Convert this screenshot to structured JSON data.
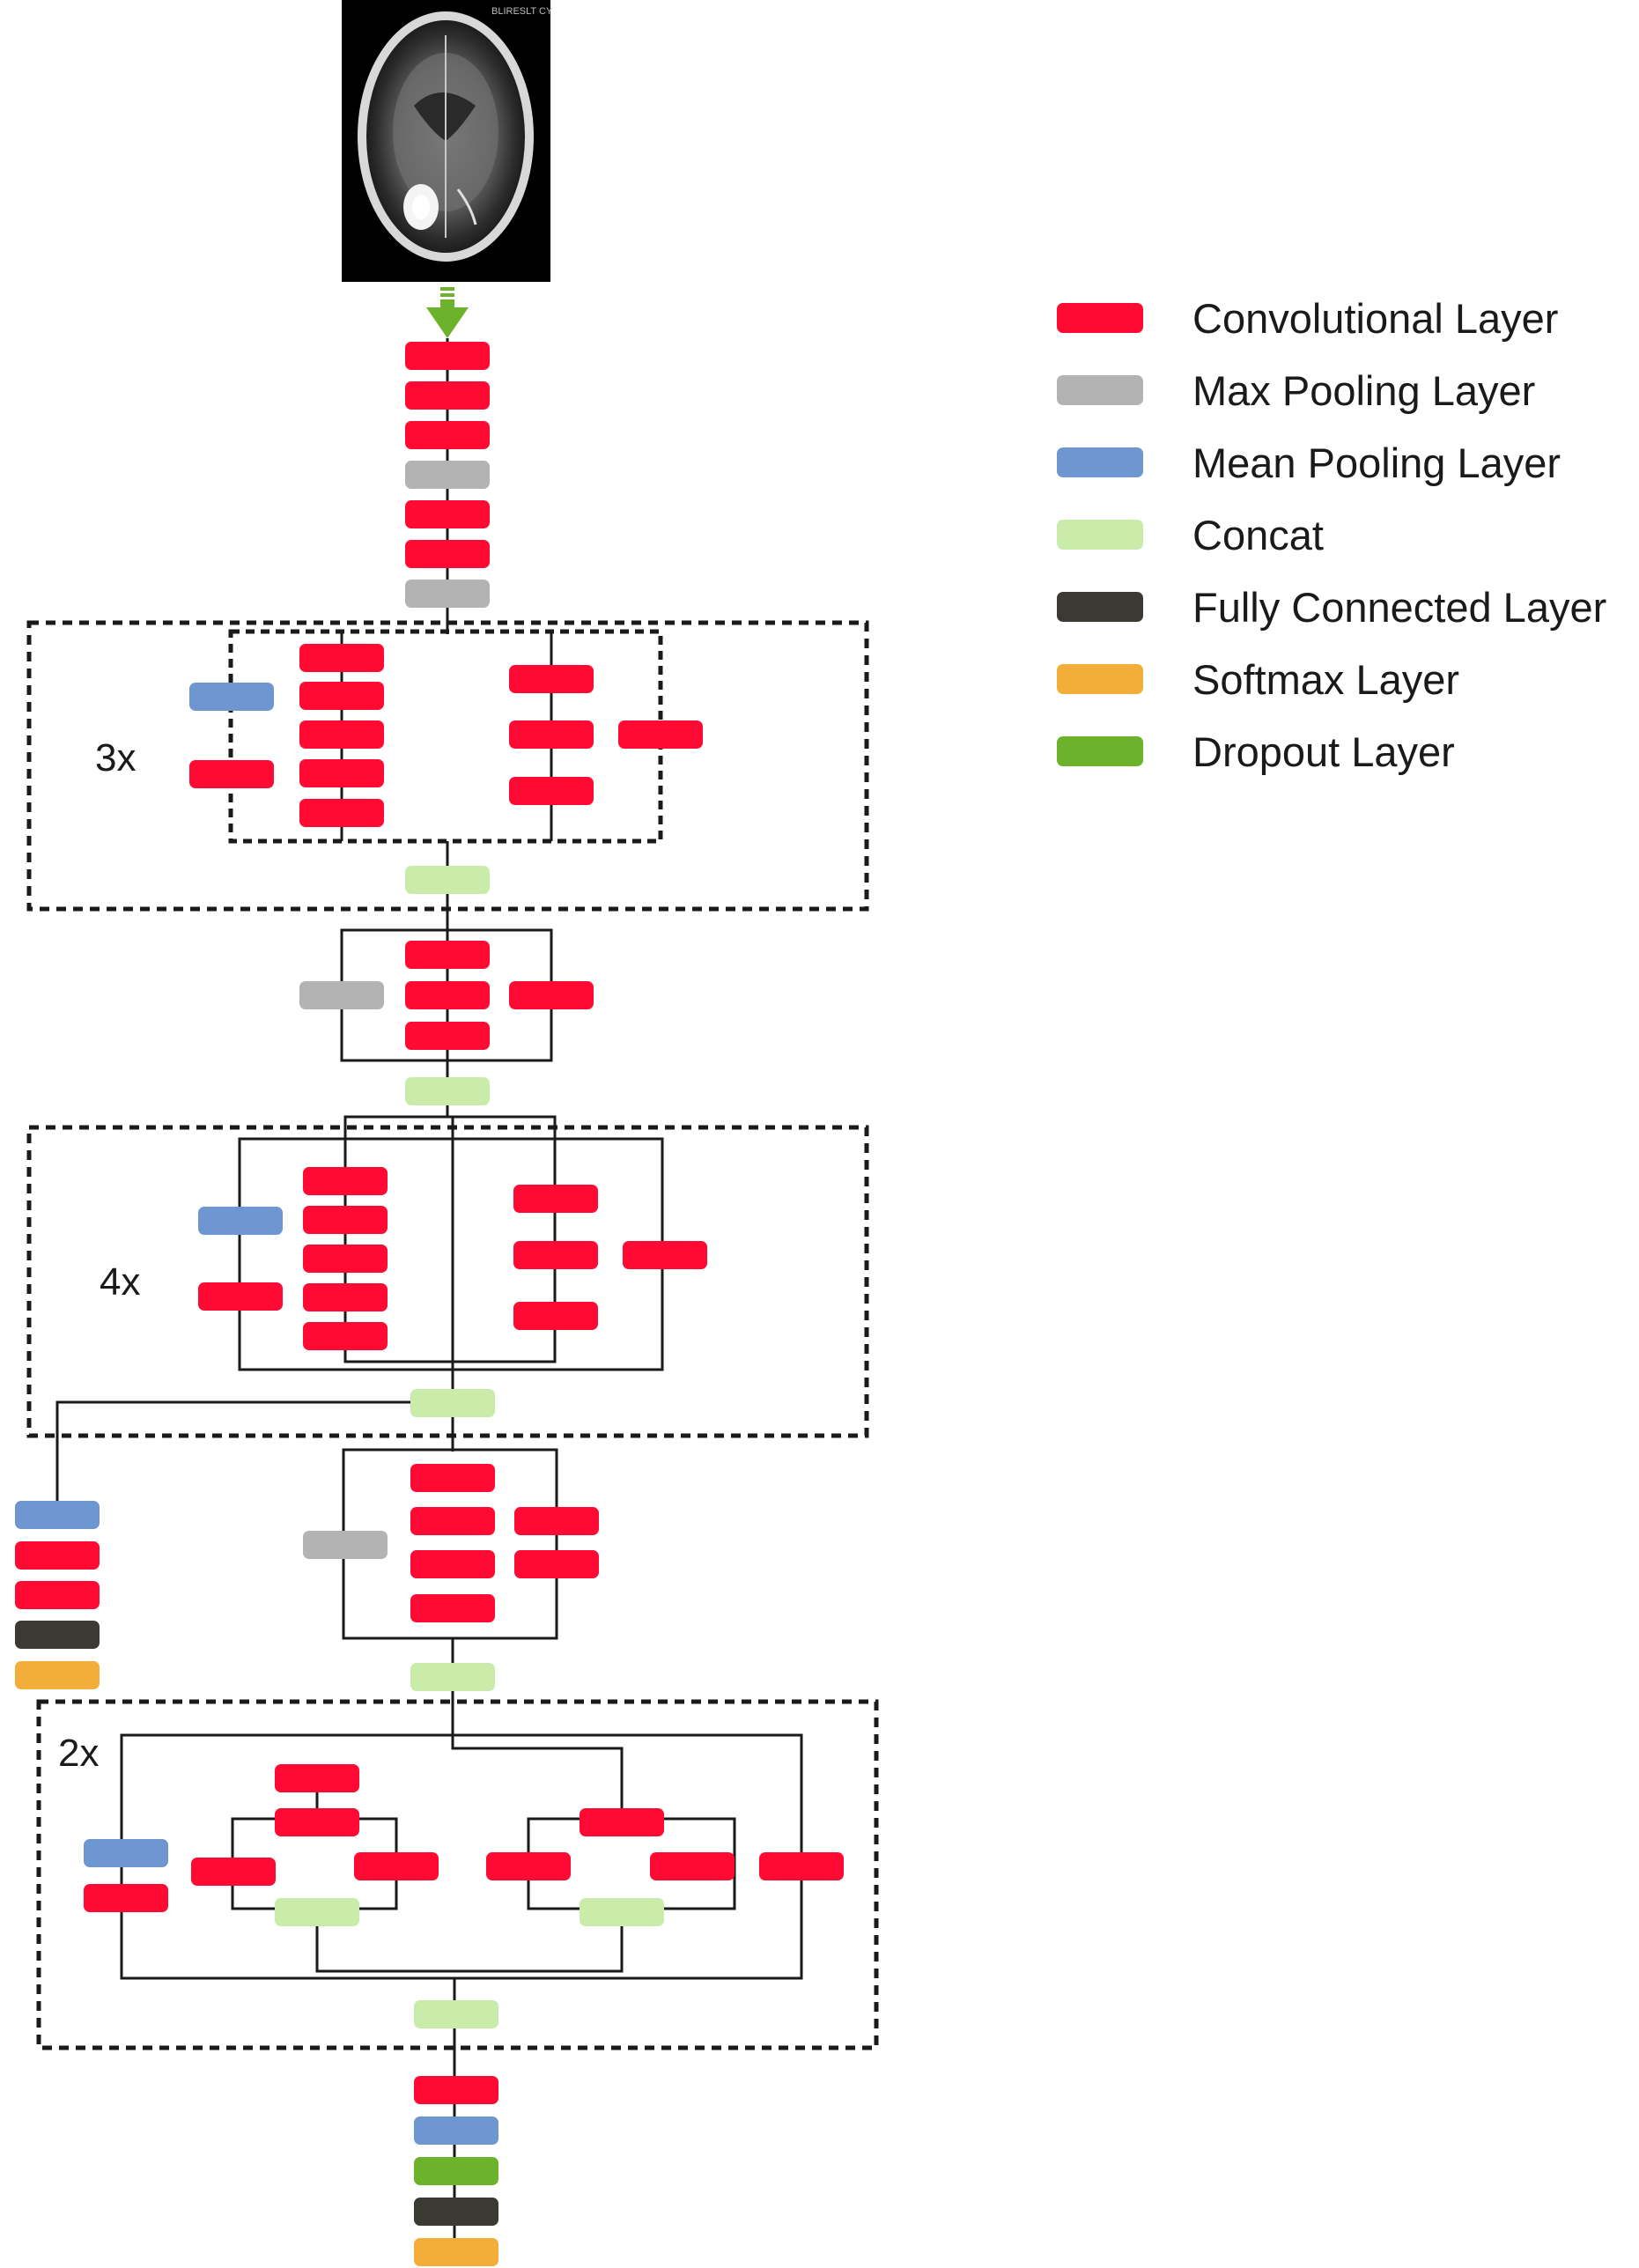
{
  "colors": {
    "conv": "#ff0a33",
    "maxpool": "#b3b3b3",
    "meanpool": "#6e97d2",
    "concat": "#c9ecaa",
    "fc": "#3a3a33",
    "softmax": "#f2ae38",
    "dropout": "#6cb32b",
    "line": "#1a1a1a"
  },
  "input_image": {
    "caption": "BLIRESLT CY"
  },
  "repeat_labels": [
    "3x",
    "4x",
    "2x"
  ],
  "legend": [
    {
      "type": "conv",
      "label": "Convolutional Layer"
    },
    {
      "type": "maxpool",
      "label": "Max Pooling Layer"
    },
    {
      "type": "meanpool",
      "label": "Mean Pooling Layer"
    },
    {
      "type": "concat",
      "label": "Concat"
    },
    {
      "type": "fc",
      "label": "Fully Connected Layer"
    },
    {
      "type": "softmax",
      "label": "Softmax Layer"
    },
    {
      "type": "dropout",
      "label": "Dropout Layer"
    }
  ]
}
